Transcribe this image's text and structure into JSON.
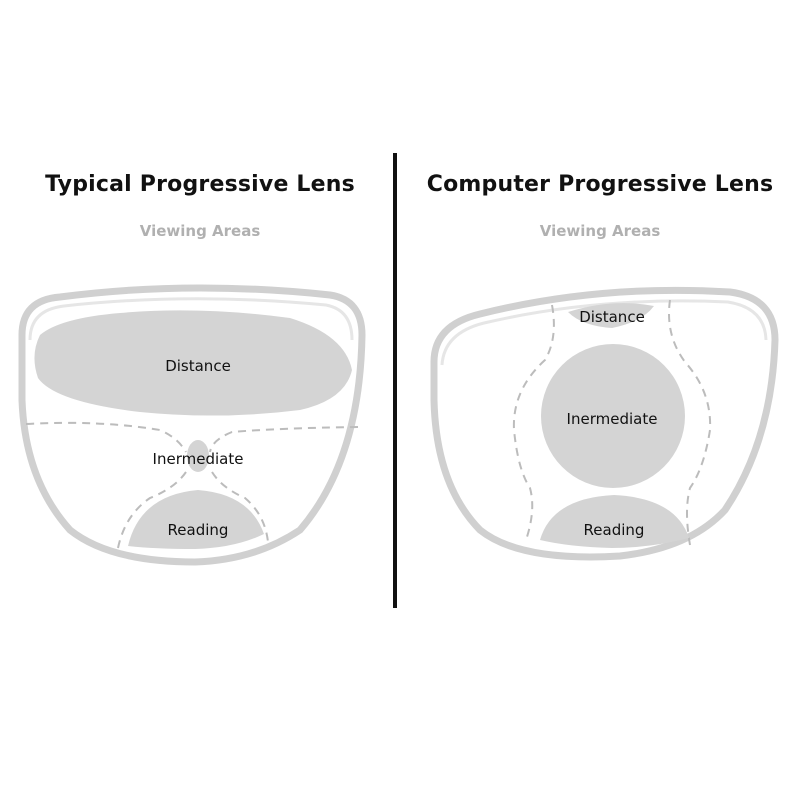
{
  "left_panel": {
    "title": "Typical Progressive Lens",
    "subtitle": "Viewing Areas",
    "zones": {
      "distance": "Distance",
      "intermediate": "Inermediate",
      "reading": "Reading"
    }
  },
  "right_panel": {
    "title": "Computer Progressive Lens",
    "subtitle": "Viewing Areas",
    "zones": {
      "distance": "Distance",
      "intermediate": "Inermediate",
      "reading": "Reading"
    }
  },
  "colors": {
    "zone_fill": "#d4d4d4",
    "frame_outer": "#d0d0d0",
    "frame_inner": "#e6e6e6",
    "dash": "#bcbcbc",
    "subtitle": "#b0b0b0",
    "divider": "#111111"
  }
}
